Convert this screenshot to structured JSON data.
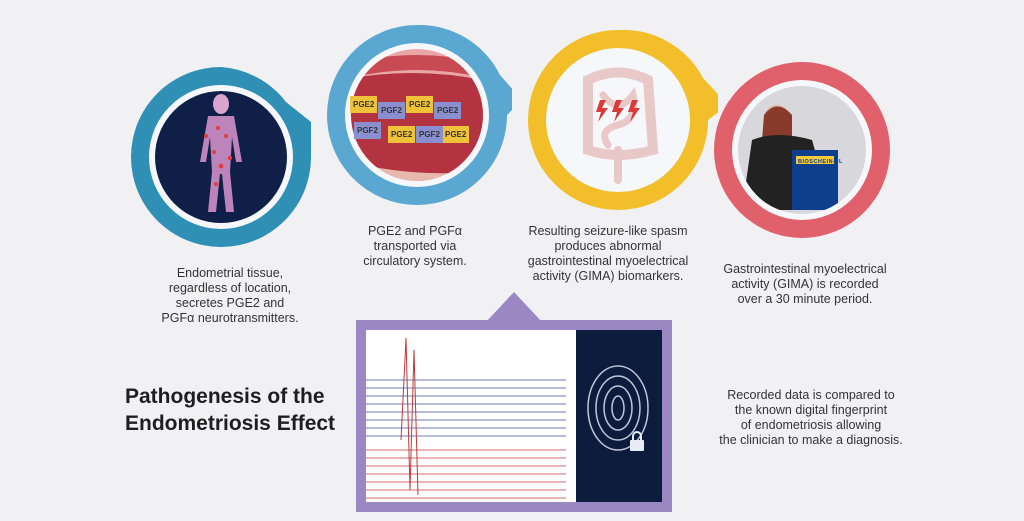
{
  "title_lines": [
    "Pathogenesis of the",
    "Endometriosis Effect"
  ],
  "steps": [
    {
      "caption_lines": [
        "Endometrial tissue,",
        "regardless of location,",
        "secretes PGE2 and",
        "PGFα neurotransmitters."
      ]
    },
    {
      "caption_lines": [
        "PGE2 and PGFα",
        "transported via",
        "circulatory system."
      ],
      "hex_labels": [
        "PGE2",
        "PGF2",
        "PGE2",
        "PGE2",
        "PGF2",
        "PGE2",
        "PGF2",
        "PGE2"
      ]
    },
    {
      "caption_lines": [
        "Resulting seizure-like spasm",
        "produces abnormal",
        "gastrointestinal myoelectrical",
        "activity (GIMA) biomarkers."
      ]
    },
    {
      "caption_lines": [
        "Gastrointestinal myoelectrical",
        "activity (GIMA) is recorded",
        "over a 30 minute period."
      ],
      "device_label": "BIOSCHEIN-3L"
    }
  ],
  "diagnosis_caption_lines": [
    "Recorded data is compared to",
    "the known digital fingerprint",
    "of endometriosis allowing",
    "the clinician to make a diagnosis."
  ],
  "colors": {
    "ring1": "#2f8fb5",
    "ring2": "#5aa8d2",
    "ring3": "#f2be2a",
    "ring4": "#e0606c",
    "frame": "#9b87c4",
    "trace_blue": "#3c4f93",
    "trace_red": "#c03a3a"
  },
  "icons": [
    "body-figure-icon",
    "blood-vessel-icon",
    "intestine-icon",
    "patient-device-icon",
    "fingerprint-icon",
    "lock-icon",
    "waveform-chart"
  ]
}
